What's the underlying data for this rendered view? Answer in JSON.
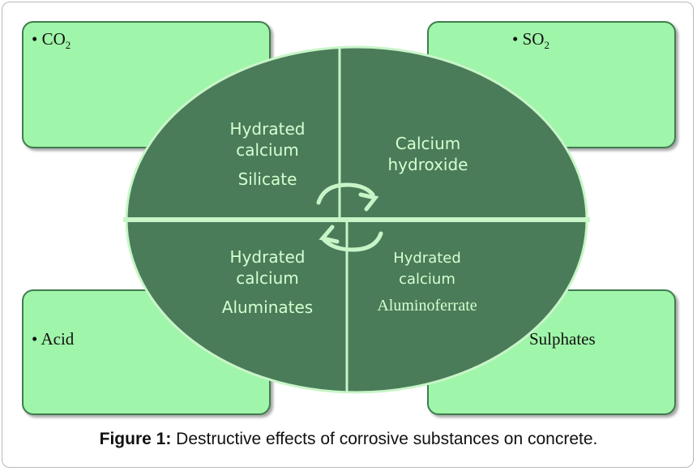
{
  "corners": {
    "top_left": {
      "bullet": "•",
      "text": "CO",
      "sub": "2"
    },
    "top_right": {
      "bullet": "•",
      "text": "SO",
      "sub": "2"
    },
    "bottom_left": {
      "bullet": "•",
      "text": "Acid"
    },
    "bottom_right": {
      "text": "Sulphates"
    }
  },
  "quadrants": {
    "top_left": [
      "Hydrated",
      "calcium",
      "Silicate"
    ],
    "top_right": [
      "Calcium",
      "hydroxide"
    ],
    "bottom_left": [
      "Hydrated",
      "calcium",
      "Aluminates"
    ],
    "bottom_right": [
      "Hydrated",
      "calcium",
      "Aluminoferrate"
    ]
  },
  "caption": {
    "label": "Figure 1:",
    "text": " Destructive effects of corrosive substances on concrete."
  },
  "colors": {
    "box_fill": "#9ff5a9",
    "ellipse_fill": "#4a7c59",
    "divider": "#c8f5c8",
    "label_text": "#d6ffd0"
  }
}
